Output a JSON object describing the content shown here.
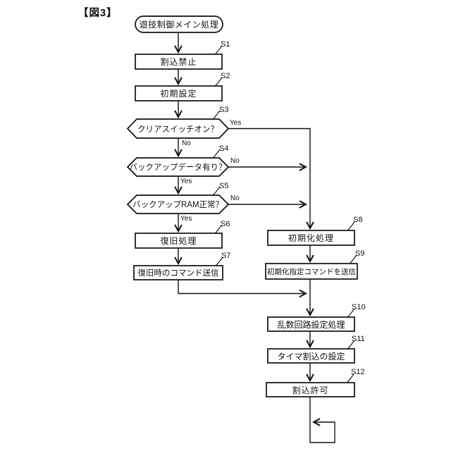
{
  "figure": {
    "label": "【図3】"
  },
  "branches": {
    "yes": "Yes",
    "no": "No"
  },
  "flowchart": {
    "start": {
      "label": "遊技制御メイン処理"
    },
    "steps": [
      {
        "id": "S1",
        "type": "process",
        "label": "割込禁止"
      },
      {
        "id": "S2",
        "type": "process",
        "label": "初期設定"
      },
      {
        "id": "S3",
        "type": "decision",
        "label": "クリアスイッチオン？"
      },
      {
        "id": "S4",
        "type": "decision",
        "label": "バックアップデータ有り？"
      },
      {
        "id": "S5",
        "type": "decision",
        "label": "バックアップRAM正常？"
      },
      {
        "id": "S6",
        "type": "process",
        "label": "復旧処理"
      },
      {
        "id": "S7",
        "type": "process",
        "label": "復旧時のコマンド送信"
      },
      {
        "id": "S8",
        "type": "process",
        "label": "初期化処理"
      },
      {
        "id": "S9",
        "type": "process",
        "label": "初期化指定コマンドを送信"
      },
      {
        "id": "S10",
        "type": "process",
        "label": "乱数回路設定処理"
      },
      {
        "id": "S11",
        "type": "process",
        "label": "タイマ割込の設定"
      },
      {
        "id": "S12",
        "type": "process",
        "label": "割込許可"
      }
    ]
  }
}
